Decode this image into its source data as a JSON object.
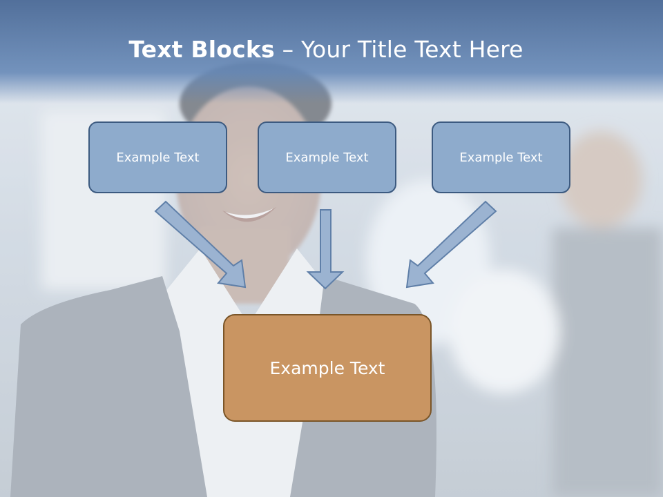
{
  "title": {
    "bold": "Text Blocks",
    "rest": " – Your Title Text Here"
  },
  "blocks": [
    {
      "label": "Example Text"
    },
    {
      "label": "Example Text"
    },
    {
      "label": "Example Text"
    }
  ],
  "result": {
    "label": "Example Text"
  },
  "colors": {
    "title_band": "#5a7aa5",
    "block_fill": "#8eabcc",
    "block_border": "#3c5a80",
    "result_fill": "#c99562",
    "result_border": "#7a5528",
    "arrow_fill": "#9bb3d1"
  }
}
